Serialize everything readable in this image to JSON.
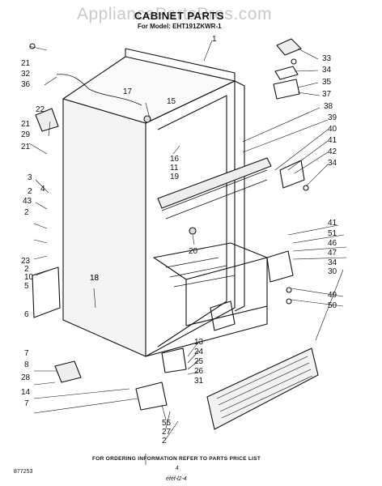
{
  "watermark": "AppliancePartsPros.com",
  "header": {
    "title": "CABINET PARTS",
    "model": "For Model: EHT191ZKWR-1"
  },
  "footer": {
    "ordering_note": "FOR ORDERING INFORMATION REFER TO PARTS PRICE LIST",
    "page_number": "4",
    "form_code": "877253",
    "signature": "éféf-l2-4"
  },
  "callouts": [
    "1",
    "33",
    "34",
    "35",
    "37",
    "38",
    "39",
    "40",
    "41",
    "42",
    "34",
    "15",
    "21",
    "32",
    "36",
    "22",
    "17",
    "18",
    "21",
    "29",
    "21",
    "3",
    "4",
    "2",
    "43",
    "2",
    "16",
    "11",
    "19",
    "23",
    "2",
    "10",
    "5",
    "20",
    "41",
    "51",
    "46",
    "47",
    "34",
    "49",
    "50",
    "30",
    "18",
    "6",
    "7",
    "8",
    "28",
    "14",
    "7",
    "13",
    "24",
    "25",
    "26",
    "31",
    "55",
    "27",
    "2"
  ]
}
